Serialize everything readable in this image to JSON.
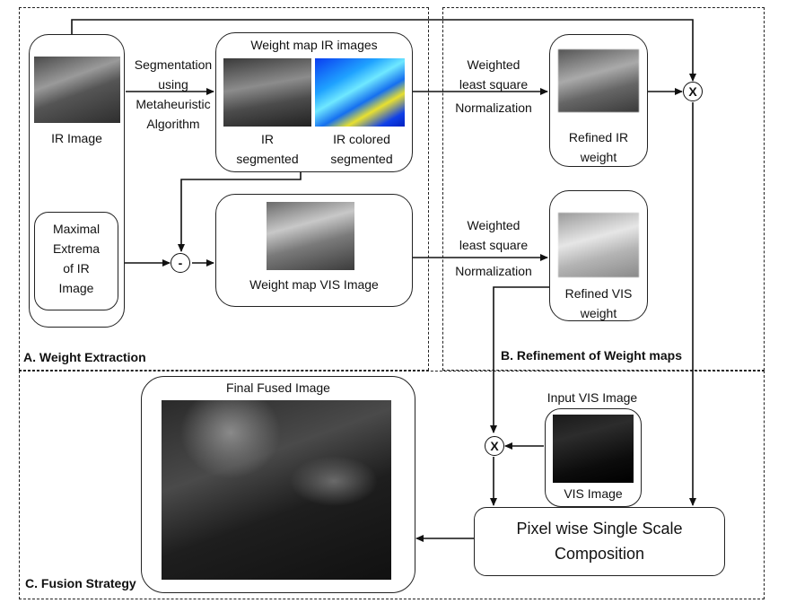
{
  "panels": {
    "a": "A. Weight Extraction",
    "b": "B. Refinement of Weight maps",
    "c": "C. Fusion Strategy"
  },
  "ir_image": {
    "caption": "IR Image"
  },
  "maximal_extrema": {
    "l1": "Maximal",
    "l2": "Extrema",
    "l3": "of IR",
    "l4": "Image"
  },
  "segmentation": {
    "l1": "Segmentation",
    "l2": "using",
    "l3": "Metaheuristic",
    "l4": "Algorithm"
  },
  "weight_map_ir": {
    "title": "Weight map IR images",
    "seg_l1": "IR",
    "seg_l2": "segmented",
    "col_l1": "IR colored",
    "col_l2": "segmented"
  },
  "weight_map_vis": {
    "caption": "Weight map VIS Image"
  },
  "wls_top": {
    "l1": "Weighted",
    "l2": "least square",
    "l3": "Normalization"
  },
  "wls_bottom": {
    "l1": "Weighted",
    "l2": "least square",
    "l3": "Normalization"
  },
  "refined_ir": {
    "l1": "Refined IR",
    "l2": "weight"
  },
  "refined_vis": {
    "l1": "Refined VIS",
    "l2": "weight"
  },
  "operators": {
    "multiply": "X",
    "subtract": "-"
  },
  "input_vis": {
    "title": "Input VIS Image",
    "caption": "VIS Image"
  },
  "composition": {
    "l1": "Pixel wise Single Scale",
    "l2": "Composition"
  },
  "final": {
    "title": "Final Fused Image"
  }
}
